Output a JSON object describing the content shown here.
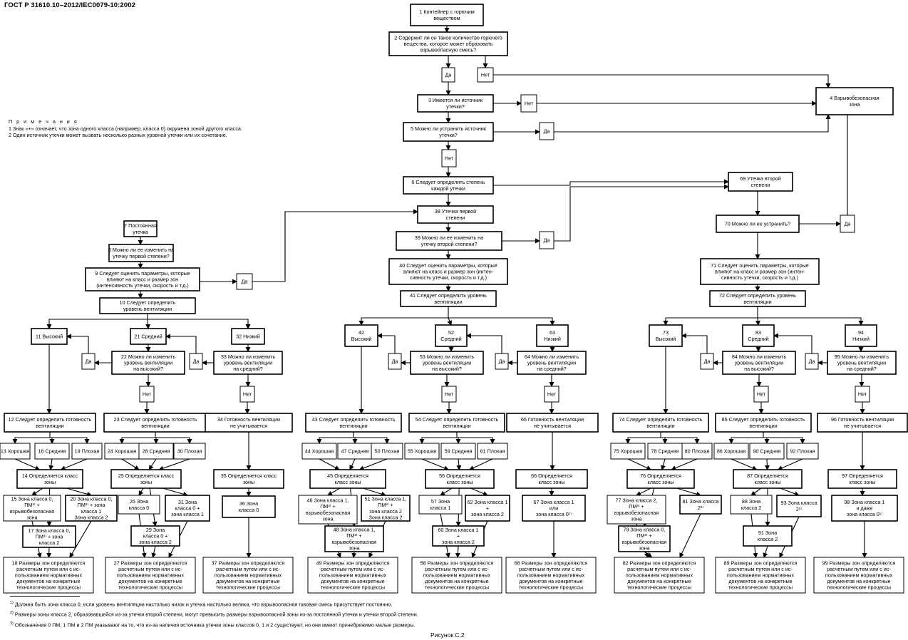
{
  "header": {
    "standard": "ГОСТ Р 31610.10–2012/IEC0079-10:2002"
  },
  "notes": {
    "title": "П р и м е ч а н и я",
    "items": [
      "1 Знак «+» означает, что зона одного класса (например, класса 0) окружена зоной другого класса.",
      "2 Один источник утечки может вызвать несколько разных уровней утечки или их сочетание."
    ]
  },
  "boxes": [
    {
      "id": "b1",
      "lines": [
        "1 Контейнер с горючим",
        "веществом"
      ]
    },
    {
      "id": "b2",
      "lines": [
        "2 Содержит ли он такое количество горючего",
        "вещества, которое может образовать",
        "взрывоопасную смесь?"
      ]
    },
    {
      "id": "da1",
      "lines": [
        "Да"
      ]
    },
    {
      "id": "net1",
      "lines": [
        "Нет"
      ]
    },
    {
      "id": "b3",
      "lines": [
        "3 Имеется ли источник",
        "утечки?"
      ]
    },
    {
      "id": "net3",
      "lines": [
        "Нет"
      ]
    },
    {
      "id": "b4",
      "lines": [
        "4 Взрывобезопасная",
        "зона"
      ]
    },
    {
      "id": "b5",
      "lines": [
        "5 Можно ли устранить источник",
        "утечки?"
      ]
    },
    {
      "id": "da5",
      "lines": [
        "Да"
      ]
    },
    {
      "id": "net5",
      "lines": [
        "Нет"
      ]
    },
    {
      "id": "b6",
      "lines": [
        "6 Следует определить степень",
        "каждой утечки"
      ]
    },
    {
      "id": "b69",
      "lines": [
        "69 Утечка второй",
        "степени"
      ]
    },
    {
      "id": "b38",
      "lines": [
        "38 Утечка первой",
        "степени"
      ]
    },
    {
      "id": "b70",
      "lines": [
        "70 Можно ли ее устранить?"
      ]
    },
    {
      "id": "da70",
      "lines": [
        "Да"
      ]
    },
    {
      "id": "b7",
      "lines": [
        "7 Постоянная",
        "утечка"
      ]
    },
    {
      "id": "b39",
      "lines": [
        "39 Можно ли ее изменить на",
        "утечку второй степени?"
      ]
    },
    {
      "id": "da39",
      "lines": [
        "Да"
      ]
    },
    {
      "id": "b8",
      "lines": [
        "8 Можно ли ее изменить на",
        "утечку первой степени?"
      ]
    },
    {
      "id": "b9",
      "lines": [
        "9 Следует оценить параметры, которые",
        "влияют на класс и размер зон",
        "(интенсивность утечки, скорость и т.д.)"
      ]
    },
    {
      "id": "da9",
      "lines": [
        "Да"
      ]
    },
    {
      "id": "b40",
      "lines": [
        "40 Следует оценить параметры, которые",
        "влияют на класс и размер зон (интен-",
        "сивность утечки, скорость и т.д.)"
      ]
    },
    {
      "id": "b71",
      "lines": [
        "71 Следует оценить параметры, которые",
        "влияют на класс и размер зон (интен-",
        "сивность утечки, скорость и т.д.)"
      ]
    },
    {
      "id": "b10",
      "lines": [
        "10 Следует определить",
        "уровень вентиляции"
      ]
    },
    {
      "id": "b41",
      "lines": [
        "41 Следует определить уровень",
        "вентиляции"
      ]
    },
    {
      "id": "b72",
      "lines": [
        "72 Следует определить уровень",
        "вентиляции"
      ]
    },
    {
      "id": "b11",
      "lines": [
        "11 Высокий"
      ]
    },
    {
      "id": "b21",
      "lines": [
        "21 Средний"
      ]
    },
    {
      "id": "b32",
      "lines": [
        "32 Низкий"
      ]
    },
    {
      "id": "b42",
      "lines": [
        "42",
        "Высокий"
      ]
    },
    {
      "id": "b52",
      "lines": [
        "52",
        "Средний"
      ]
    },
    {
      "id": "b63",
      "lines": [
        "63",
        "Низкий"
      ]
    },
    {
      "id": "b73",
      "lines": [
        "73",
        "Высокий"
      ]
    },
    {
      "id": "b83",
      "lines": [
        "83",
        "Средний"
      ]
    },
    {
      "id": "b94",
      "lines": [
        "94",
        "Низкий"
      ]
    },
    {
      "id": "da22a",
      "lines": [
        "Да"
      ]
    },
    {
      "id": "b22",
      "lines": [
        "22 Можно ли изменить",
        "уровень вентиляции",
        "на высокий?"
      ]
    },
    {
      "id": "da22b",
      "lines": [
        "Да"
      ]
    },
    {
      "id": "b33",
      "lines": [
        "33 Можно ли изменить",
        "уровень вентиляции",
        "на средний?"
      ]
    },
    {
      "id": "da53a",
      "lines": [
        "Да"
      ]
    },
    {
      "id": "b53",
      "lines": [
        "53 Можно ли изменить",
        "уровень вентиляции",
        "на высокий?"
      ]
    },
    {
      "id": "da53b",
      "lines": [
        "Да"
      ]
    },
    {
      "id": "b64",
      "lines": [
        "64 Можно ли изменить",
        "уровень вентиляции",
        "на средний?"
      ]
    },
    {
      "id": "da84a",
      "lines": [
        "Да"
      ]
    },
    {
      "id": "b84",
      "lines": [
        "84 Можно ли изменить",
        "уровень вентиляции",
        "на высокий?"
      ]
    },
    {
      "id": "da84b",
      "lines": [
        "Да"
      ]
    },
    {
      "id": "b95",
      "lines": [
        "95 Можно ли изменить",
        "уровень вентиляции",
        "на средний?"
      ]
    },
    {
      "id": "net22",
      "lines": [
        "Нет"
      ]
    },
    {
      "id": "net33",
      "lines": [
        "Нет"
      ]
    },
    {
      "id": "net53",
      "lines": [
        "Нет"
      ]
    },
    {
      "id": "net64",
      "lines": [
        "Нет"
      ]
    },
    {
      "id": "net84",
      "lines": [
        "Нет"
      ]
    },
    {
      "id": "net95",
      "lines": [
        "Нет"
      ]
    },
    {
      "id": "b12",
      "lines": [
        "12 Следует определить готовность",
        "вентиляции"
      ]
    },
    {
      "id": "b23",
      "lines": [
        "23 Следует определить готовность",
        "вентиляции"
      ]
    },
    {
      "id": "b34",
      "lines": [
        "34 Готовность вентиляции",
        "не учитывается"
      ]
    },
    {
      "id": "b43",
      "lines": [
        "43 Следует определить готовность",
        "вентиляции"
      ]
    },
    {
      "id": "b54",
      "lines": [
        "54 Следует определить готовность",
        "вентиляции"
      ]
    },
    {
      "id": "b65",
      "lines": [
        "65 Готовность вентиляции",
        "не учитывается"
      ]
    },
    {
      "id": "b74",
      "lines": [
        "74 Следует определить готовность",
        "вентиляции"
      ]
    },
    {
      "id": "b85",
      "lines": [
        "85 Следует определить готовность",
        "вентиляции"
      ]
    },
    {
      "id": "b96",
      "lines": [
        "96 Готовность вентиляции",
        "не учитывается"
      ]
    },
    {
      "id": "b13",
      "lines": [
        "13 Хорошая"
      ]
    },
    {
      "id": "b16",
      "lines": [
        "16 Средняя"
      ]
    },
    {
      "id": "b19",
      "lines": [
        "19 Плохая"
      ]
    },
    {
      "id": "b24",
      "lines": [
        "24 Хорошая"
      ]
    },
    {
      "id": "b28",
      "lines": [
        "28 Средняя"
      ]
    },
    {
      "id": "b30",
      "lines": [
        "30 Плохая"
      ]
    },
    {
      "id": "b44",
      "lines": [
        "44 Хорошая"
      ]
    },
    {
      "id": "b47",
      "lines": [
        "47 Средняя"
      ]
    },
    {
      "id": "b50",
      "lines": [
        "50 Плохая"
      ]
    },
    {
      "id": "b55",
      "lines": [
        "55 Хорошая"
      ]
    },
    {
      "id": "b59",
      "lines": [
        "59 Средняя"
      ]
    },
    {
      "id": "b61",
      "lines": [
        "61 Плохая"
      ]
    },
    {
      "id": "b75",
      "lines": [
        "75 Хорошая"
      ]
    },
    {
      "id": "b78",
      "lines": [
        "78 Средняя"
      ]
    },
    {
      "id": "b80",
      "lines": [
        "80 Плохая"
      ]
    },
    {
      "id": "b86",
      "lines": [
        "86 Хорошая"
      ]
    },
    {
      "id": "b90",
      "lines": [
        "90 Средняя"
      ]
    },
    {
      "id": "b92",
      "lines": [
        "92 Плохая"
      ]
    },
    {
      "id": "b14",
      "lines": [
        "14 Определяется класс",
        "зоны"
      ]
    },
    {
      "id": "b25",
      "lines": [
        "25 Определяется класс",
        "зоны"
      ]
    },
    {
      "id": "b35",
      "lines": [
        "35 Определяется класс",
        "зоны"
      ]
    },
    {
      "id": "b45",
      "lines": [
        "45 Определяется",
        "класс зоны"
      ]
    },
    {
      "id": "b56",
      "lines": [
        "56 Определяется",
        "класс зоны"
      ]
    },
    {
      "id": "b66",
      "lines": [
        "66 Определяется",
        "класс зоны"
      ]
    },
    {
      "id": "b76",
      "lines": [
        "76 Определяется",
        "класс зоны"
      ]
    },
    {
      "id": "b87",
      "lines": [
        "87 Определяется",
        "класс зоны"
      ]
    },
    {
      "id": "b97",
      "lines": [
        "97 Определяется",
        "класс зоны"
      ]
    },
    {
      "id": "b15",
      "lines": [
        "15 Зона класса 0,",
        "ПМ³⁾ +",
        "взрывобезопасная",
        "зона"
      ]
    },
    {
      "id": "b20",
      "lines": [
        "20 Зона класса 0,",
        "ПМ³⁾ + зона",
        "класса 1",
        "Зона класса 2"
      ]
    },
    {
      "id": "b17",
      "lines": [
        "17 Зона класса 0,",
        "ПМ³⁾ + зона",
        "класса 2"
      ]
    },
    {
      "id": "b26",
      "lines": [
        "26 Зона",
        "класса 0"
      ]
    },
    {
      "id": "b31",
      "lines": [
        "31 Зона",
        "класса 0 +",
        "зона класса 1"
      ]
    },
    {
      "id": "b29",
      "lines": [
        "29 Зона",
        "класса 0 +",
        "зона класса 2"
      ]
    },
    {
      "id": "b36",
      "lines": [
        "36 Зона",
        "класса 0"
      ]
    },
    {
      "id": "b46",
      "lines": [
        "46 Зона класса 1,",
        "ПМ³⁾ +",
        "взрывобезопасная",
        "зона"
      ]
    },
    {
      "id": "b51",
      "lines": [
        "51 Зона класса 1,",
        "ПМ³⁾ +",
        "зона класса 2",
        "Зона класса 2"
      ]
    },
    {
      "id": "b48",
      "lines": [
        "48 Зона класса 1,",
        "ПМ³⁾ +",
        "взрывобезопасная",
        "зона"
      ]
    },
    {
      "id": "b57",
      "lines": [
        "57 Зона",
        "класса 1"
      ]
    },
    {
      "id": "b62",
      "lines": [
        "62 Зона класса 1",
        "+",
        "зона класса 2"
      ]
    },
    {
      "id": "b60",
      "lines": [
        "60 Зона класса 1",
        "+",
        "зона класса 2"
      ]
    },
    {
      "id": "b67",
      "lines": [
        "67 Зона класса 1",
        "или",
        "зона класса 0¹⁾"
      ]
    },
    {
      "id": "b77",
      "lines": [
        "77 Зона класса 2,",
        "ПМ³⁾ +",
        "взрывобезопасная",
        "зона"
      ]
    },
    {
      "id": "b81",
      "lines": [
        "81 Зона класса",
        "2²⁾"
      ]
    },
    {
      "id": "b79",
      "lines": [
        "79 Зона класса 0,",
        "ПМ³⁾ +",
        "взрывобезопасная",
        "зона"
      ]
    },
    {
      "id": "b88",
      "lines": [
        "88 Зона",
        "класса 2"
      ]
    },
    {
      "id": "b93",
      "lines": [
        "93 Зона класса",
        "2²⁾"
      ]
    },
    {
      "id": "b91",
      "lines": [
        "91 Зона",
        "класса 2"
      ]
    },
    {
      "id": "b98",
      "lines": [
        "98 Зона класса 1",
        "и даже",
        "зона класса 0¹⁾"
      ]
    },
    {
      "id": "b18",
      "lines": [
        "18 Размеры зон определяются",
        "расчетным путем или с ис-",
        "пользованием нормативных",
        "документов на конкретные",
        "технологические процессы"
      ]
    },
    {
      "id": "b27",
      "lines": [
        "27 Размеры зон определяются",
        "расчетным путем или с ис-",
        "пользованием нормативных",
        "документов на конкретные",
        "технологические процессы"
      ]
    },
    {
      "id": "b37",
      "lines": [
        "37 Размеры зон определяются",
        "расчетным путем или с ис-",
        "пользованием нормативных",
        "документов на конкретные",
        "технологические процессы"
      ]
    },
    {
      "id": "b49",
      "lines": [
        "49 Размеры зон определяются",
        "расчетным путем или с ис-",
        "пользованием нормативных",
        "документов на конкретные",
        "технологические процессы"
      ]
    },
    {
      "id": "b58",
      "lines": [
        "58 Размеры зон определяются",
        "расчетным путем или с ис-",
        "пользованием нормативных",
        "документов на конкретные",
        "технологические процессы"
      ]
    },
    {
      "id": "b68",
      "lines": [
        "68 Размеры зон определяются",
        "расчетным путем или с ис-",
        "пользованием нормативных",
        "документов на конкретные",
        "технологические процессы"
      ]
    },
    {
      "id": "b82",
      "lines": [
        "82 Размеры зон определяются",
        "расчетным путем или с ис-",
        "пользованием нормативных",
        "документов на конкретные",
        "технологические процессы"
      ]
    },
    {
      "id": "b89",
      "lines": [
        "89 Размеры зон определяются",
        "расчетным путем или с ис-",
        "пользованием нормативных",
        "документов на конкретные",
        "технологические процессы"
      ]
    },
    {
      "id": "b99",
      "lines": [
        "99 Размеры зон определяются",
        "расчетным путем или с ис-",
        "пользованием нормативных",
        "документов на конкретные",
        "технологические процессы"
      ]
    }
  ],
  "footnotes": [
    {
      "mark": "1)",
      "text": "Должна быть зона класса 0, если уровень вентиляции настолько низок и утечка настолько велика, что взрывоопасная газовая смесь присутствует постоянно."
    },
    {
      "mark": "2)",
      "text": "Размеры зоны класса 2, образовавшейся из-за утечки второй степени, могут превысить размеры взрывоопасной зоны из-за постоянной утечки и утечки второй степени."
    },
    {
      "mark": "3)",
      "text": "Обозначения 0 ПМ, 1 ПМ и 2 ПМ указывают на то, что из-за наличия источника утечки зоны классов 0, 1 и 2 существуют, но они имеют пренебрежимо малые размеры."
    }
  ],
  "figure_caption": "Рисунок С.2"
}
